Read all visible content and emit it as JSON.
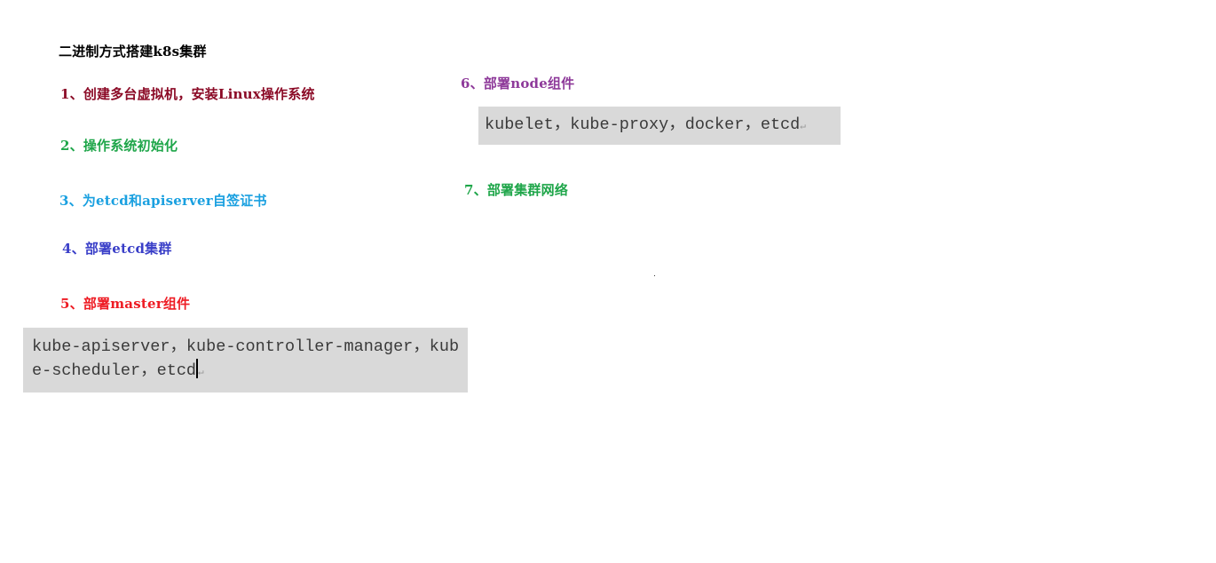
{
  "title": {
    "text": "二进制方式搭建k8s集群",
    "color": "#000000"
  },
  "steps": [
    {
      "text": "1、创建多台虚拟机，安装Linux操作系统",
      "color": "#8b0a26"
    },
    {
      "text": "2、操作系统初始化",
      "color": "#1fa64a"
    },
    {
      "text": "3、为etcd和apiserver自签证书",
      "color": "#1aa0e0"
    },
    {
      "text": "4、部署etcd集群",
      "color": "#3a3fc8"
    },
    {
      "text": "5、部署master组件",
      "color": "#ee1c24"
    },
    {
      "text": "6、部署node组件",
      "color": "#8e3a9a"
    },
    {
      "text": "7、部署集群网络",
      "color": "#1fa64a"
    }
  ],
  "master_components": "kube-apiserver，kube-controller-manager，kube-scheduler，etcd",
  "node_components": "kubelet，kube-proxy，docker，etcd",
  "paragraph_mark": "↵"
}
